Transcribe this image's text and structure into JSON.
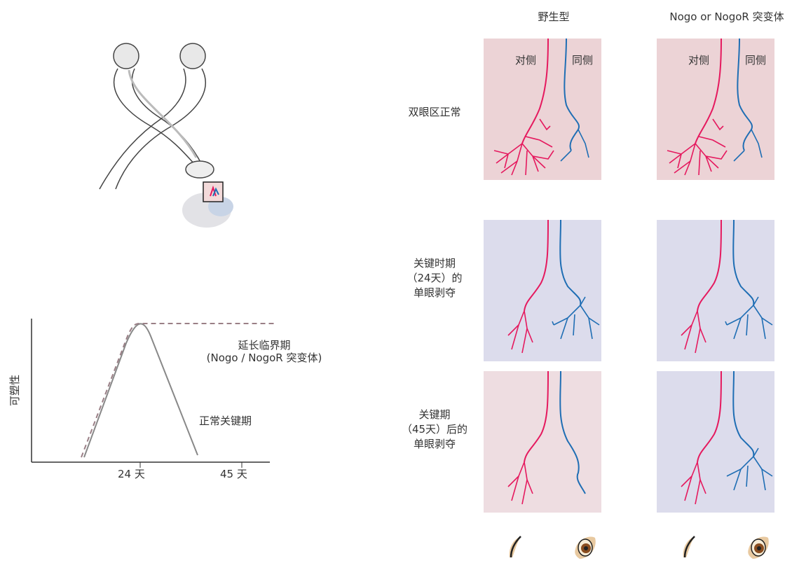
{
  "columns": [
    "野生型",
    "Nogo or NogoR 突变体"
  ],
  "rows": [
    {
      "label": [
        "双眼区正常"
      ]
    },
    {
      "label": [
        "关键时期",
        "（24天）的",
        "单眼剥夺"
      ]
    },
    {
      "label": [
        "关键期",
        "（45天）后的",
        "单眼剥夺"
      ]
    }
  ],
  "panel_labels": {
    "contra": "对侧",
    "ipsi": "同侧"
  },
  "graph": {
    "ylabel": "可塑性",
    "ticks": [
      "24 天",
      "45 天"
    ],
    "extended_label": [
      "延长临界期",
      "(Nogo / NogoR 突变体)"
    ],
    "normal_label": "正常关键期"
  },
  "colors": {
    "contra": "#e5195e",
    "ipsi": "#1f6eb4",
    "bg_pink": "#ecd3d6",
    "bg_blue": "#dcdcec",
    "bg_pink_light": "#eedde1"
  }
}
